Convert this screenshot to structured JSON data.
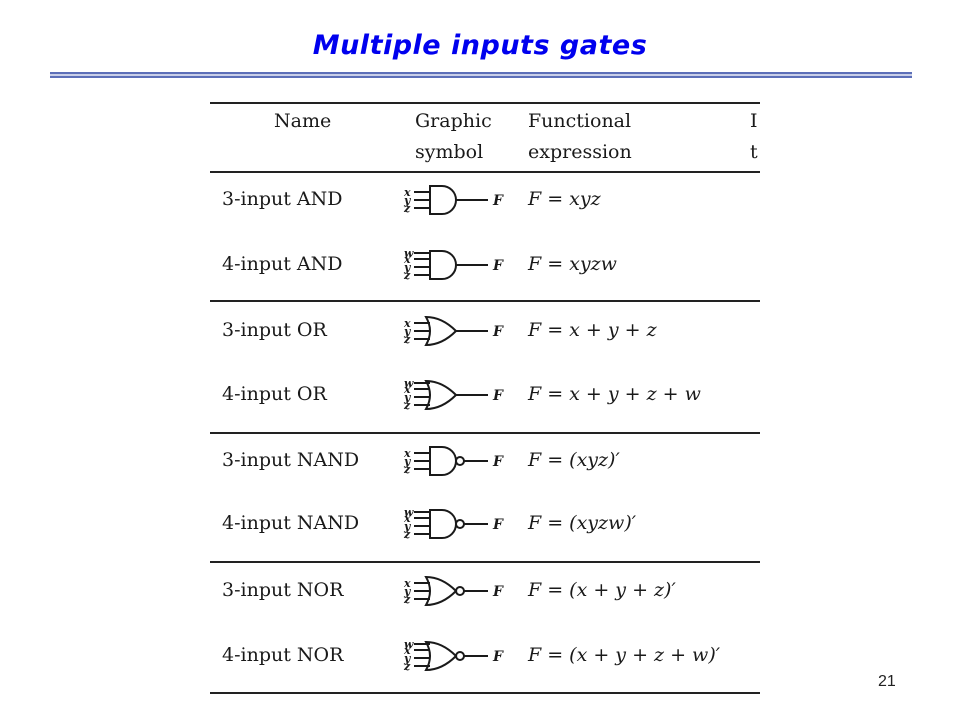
{
  "slide": {
    "title": "Multiple inputs gates",
    "page_number": "21"
  },
  "table": {
    "headers": [
      "Name",
      "Graphic\nsymbol",
      "Functional\nexpression",
      "I\nt"
    ],
    "rows": [
      {
        "name": "3-input AND",
        "gate": "and",
        "inputs": [
          "x",
          "y",
          "z"
        ],
        "output": "F",
        "expression": "F = xyz"
      },
      {
        "name": "4-input AND",
        "gate": "and",
        "inputs": [
          "w",
          "x",
          "y",
          "z"
        ],
        "output": "F",
        "expression": "F = xyzw"
      },
      {
        "name": "3-input OR",
        "gate": "or",
        "inputs": [
          "x",
          "y",
          "z"
        ],
        "output": "F",
        "expression": "F = x + y + z"
      },
      {
        "name": "4-input OR",
        "gate": "or",
        "inputs": [
          "w",
          "x",
          "y",
          "z"
        ],
        "output": "F",
        "expression": "F = x + y + z + w"
      },
      {
        "name": "3-input NAND",
        "gate": "nand",
        "inputs": [
          "x",
          "y",
          "z"
        ],
        "output": "F",
        "expression": "F = (xyz)′"
      },
      {
        "name": "4-input NAND",
        "gate": "nand",
        "inputs": [
          "w",
          "x",
          "y",
          "z"
        ],
        "output": "F",
        "expression": "F = (xyzw)′"
      },
      {
        "name": "3-input NOR",
        "gate": "nor",
        "inputs": [
          "x",
          "y",
          "z"
        ],
        "output": "F",
        "expression": "F = (x + y + z)′"
      },
      {
        "name": "4-input NOR",
        "gate": "nor",
        "inputs": [
          "w",
          "x",
          "y",
          "z"
        ],
        "output": "F",
        "expression": "F = (x + y + z + w)′"
      }
    ]
  }
}
